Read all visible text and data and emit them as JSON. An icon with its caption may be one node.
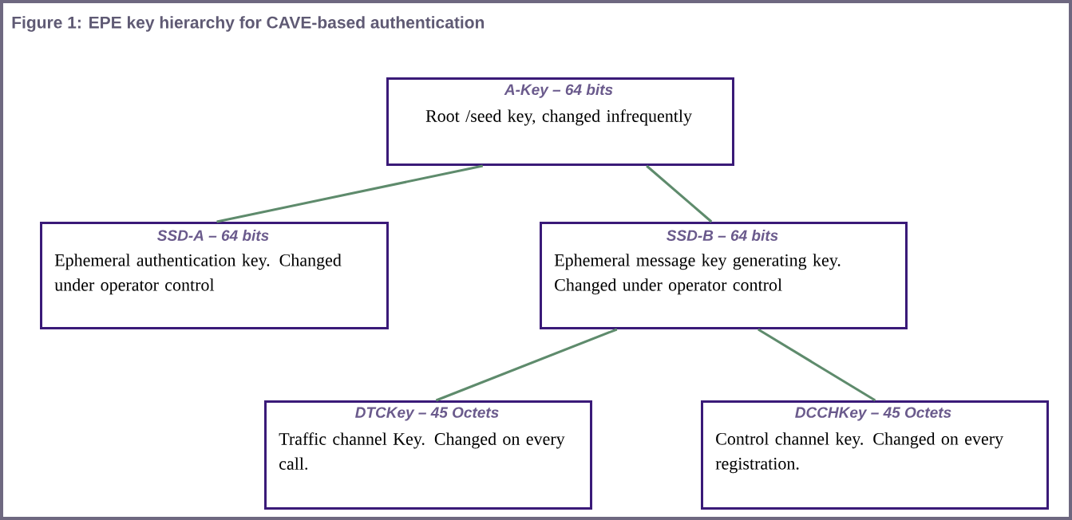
{
  "diagram": {
    "title": "Figure 1:   EPE key hierarchy for CAVE-based authentication",
    "nodes": [
      {
        "text": [
          "A-Key – 64 bits",
          "Root /seed key, changed infrequently"
        ]
      },
      {
        "text": [
          "SSD-A – 64 bits",
          "Ephemeral authentication key. Changed under operator control"
        ]
      },
      {
        "text": [
          "SSD-B – 64 bits",
          "Ephemeral message key generating key. Changed under operator control"
        ]
      },
      {
        "text": [
          "DTCKey – 45 Octets",
          "Traffic channel Key. Changed on every call."
        ]
      },
      {
        "text": [
          "DCCHKey – 45 Octets",
          "Control channel key. Changed on every registration."
        ]
      }
    ],
    "edges": [
      {
        "from": 0,
        "to": 1,
        "arrow": "none"
      },
      {
        "from": 0,
        "to": 2,
        "arrow": "none"
      },
      {
        "from": 2,
        "to": 3,
        "arrow": "none"
      },
      {
        "from": 2,
        "to": 4,
        "arrow": "none"
      }
    ]
  }
}
